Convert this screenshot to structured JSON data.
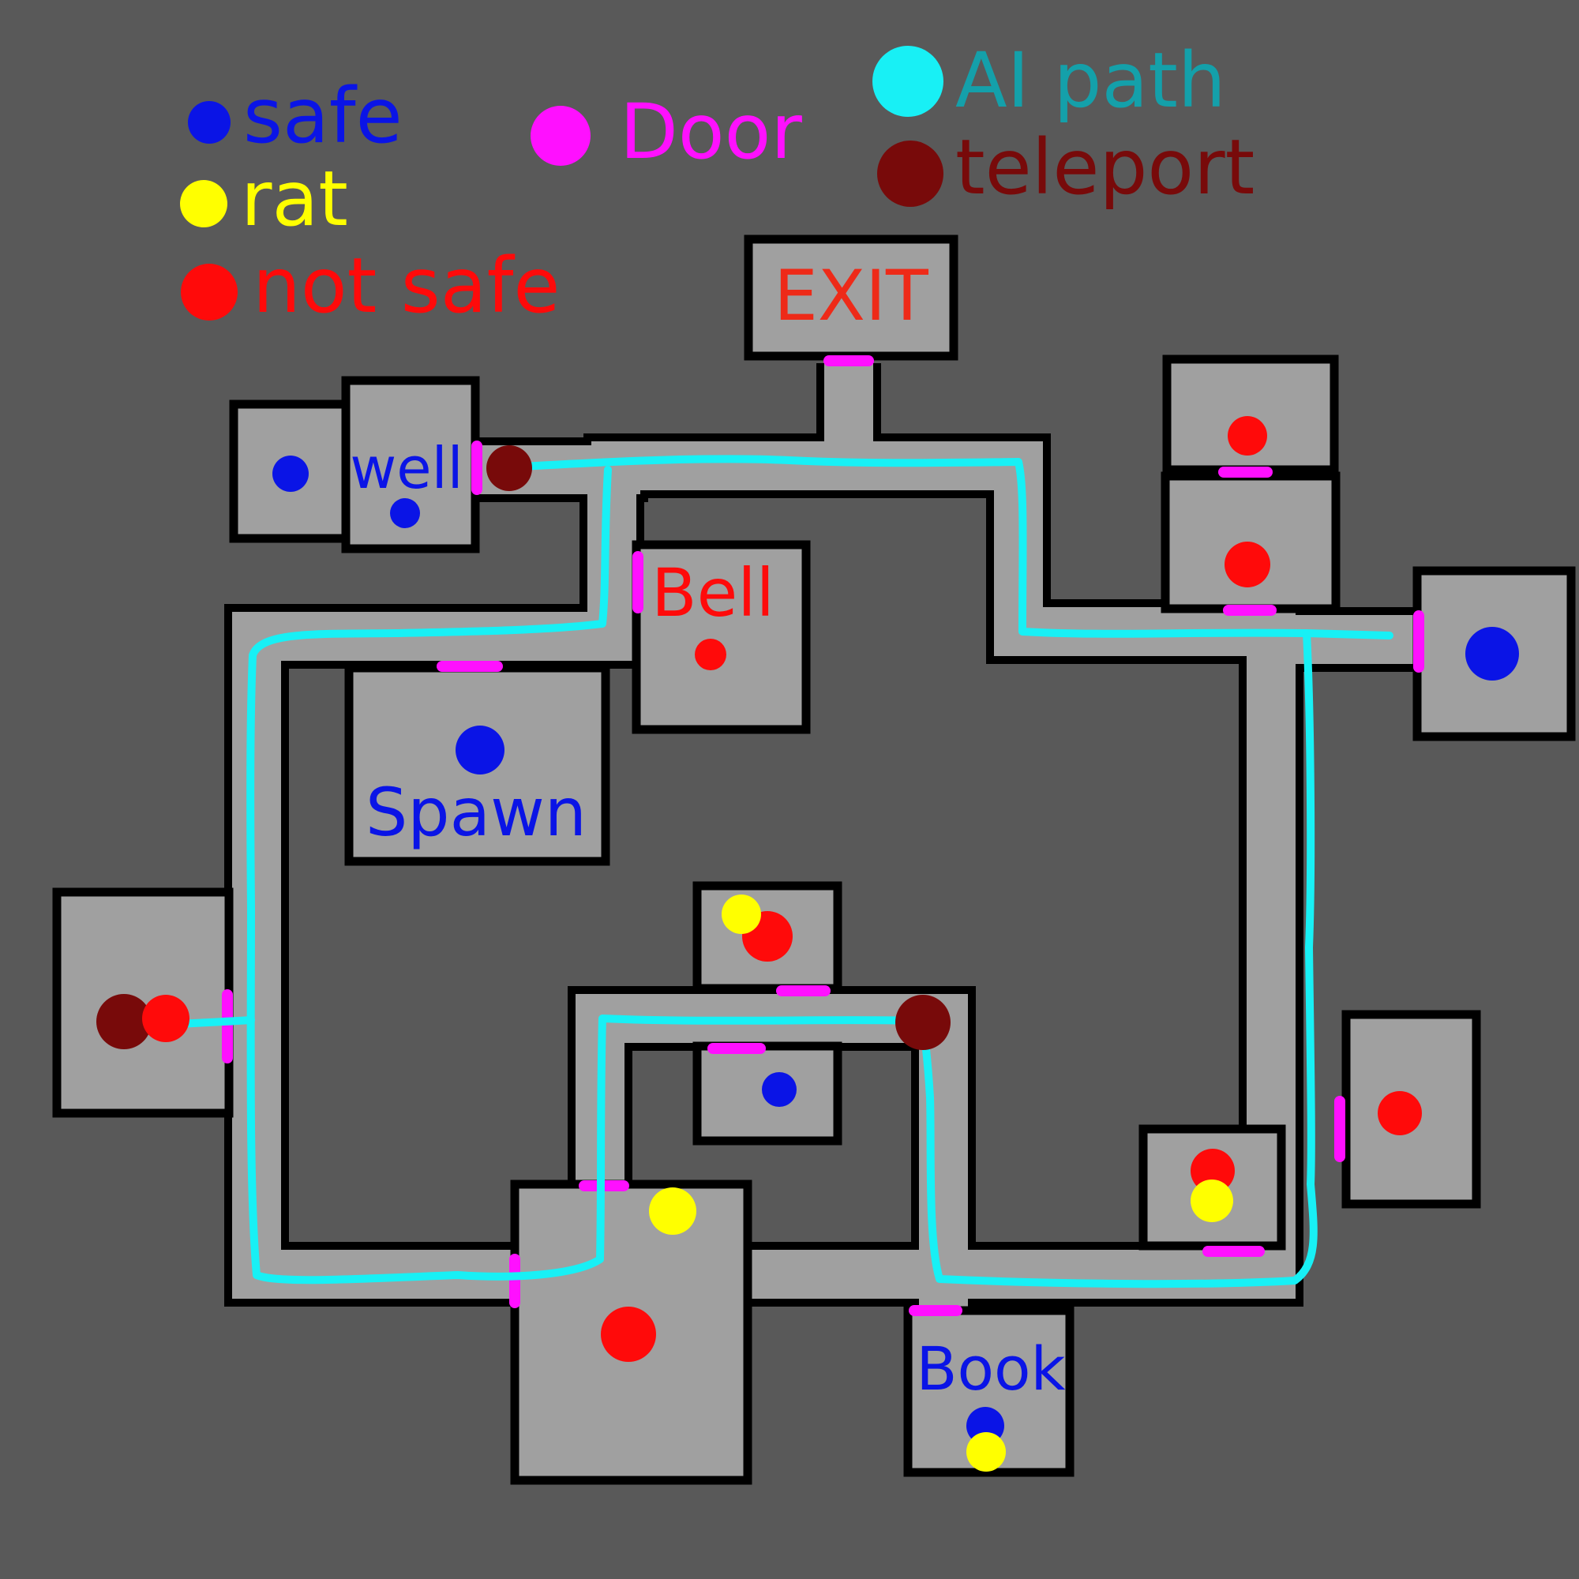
{
  "legend": {
    "safe": "safe",
    "door": "Door",
    "ai_path": "AI path",
    "rat": "rat",
    "teleport": "teleport",
    "not_safe": "not safe"
  },
  "labels": {
    "exit": "EXIT",
    "well": "well",
    "bell": "Bell",
    "spawn": "Spawn",
    "book": "Book"
  },
  "colors": {
    "background": "#595959",
    "floor": "#a0a0a0",
    "wall": "#000000",
    "safe": "#0a14e6",
    "rat": "#ffff00",
    "not_safe": "#ff0a0a",
    "door": "#ff10ff",
    "ai_path": "#18f0f5",
    "ai_path_text": "#14a0aa",
    "teleport": "#780a0a",
    "exit_text": "#ee2a18"
  }
}
